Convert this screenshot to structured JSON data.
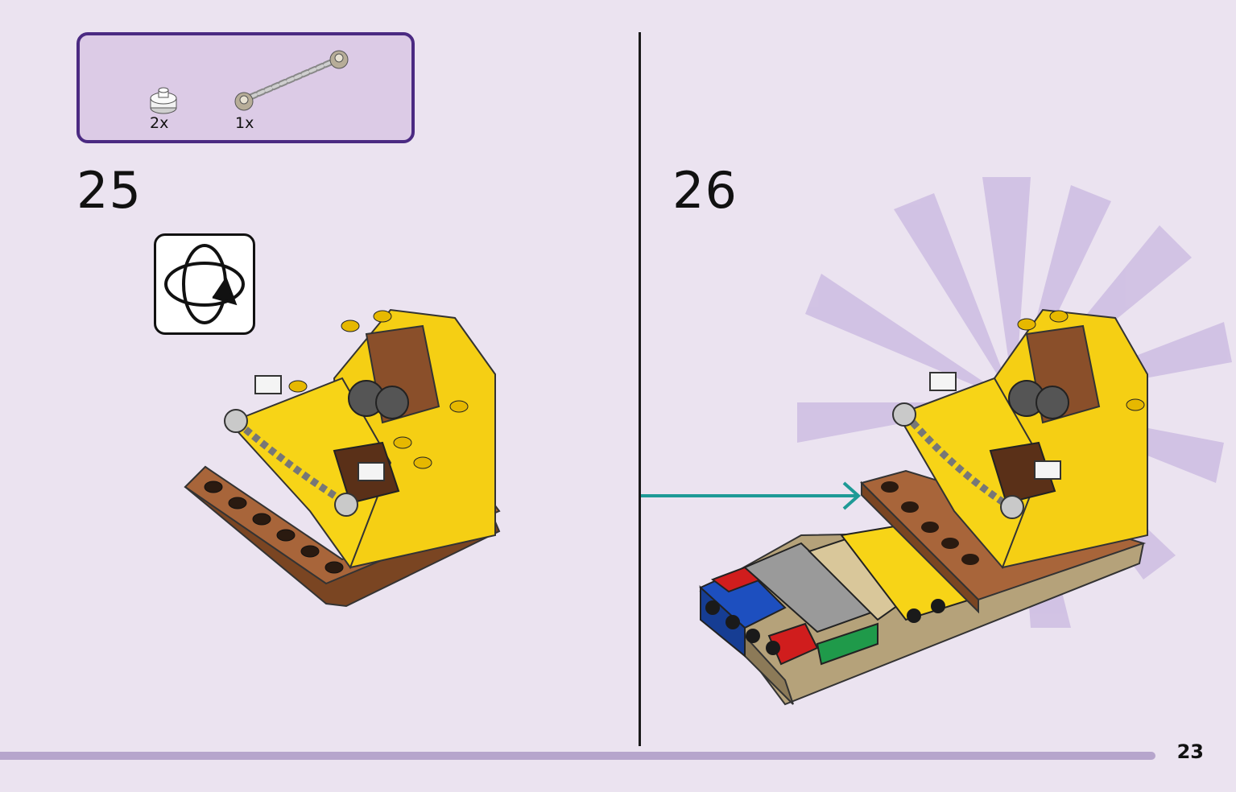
{
  "parts": [
    {
      "qty": "2x",
      "icon": "round-white-plate-icon"
    },
    {
      "qty": "1x",
      "icon": "chain-icon"
    }
  ],
  "steps": [
    {
      "number": "25",
      "icon": "rotate-model-icon"
    },
    {
      "number": "26"
    }
  ],
  "page_number": "23",
  "colors": {
    "background": "#ebe3f0",
    "box_border": "#4b2a82",
    "box_fill": "#dccbe6",
    "arrow": "#1e9a96",
    "yellow": "#f7d417",
    "brown": "#9a5a2e"
  }
}
